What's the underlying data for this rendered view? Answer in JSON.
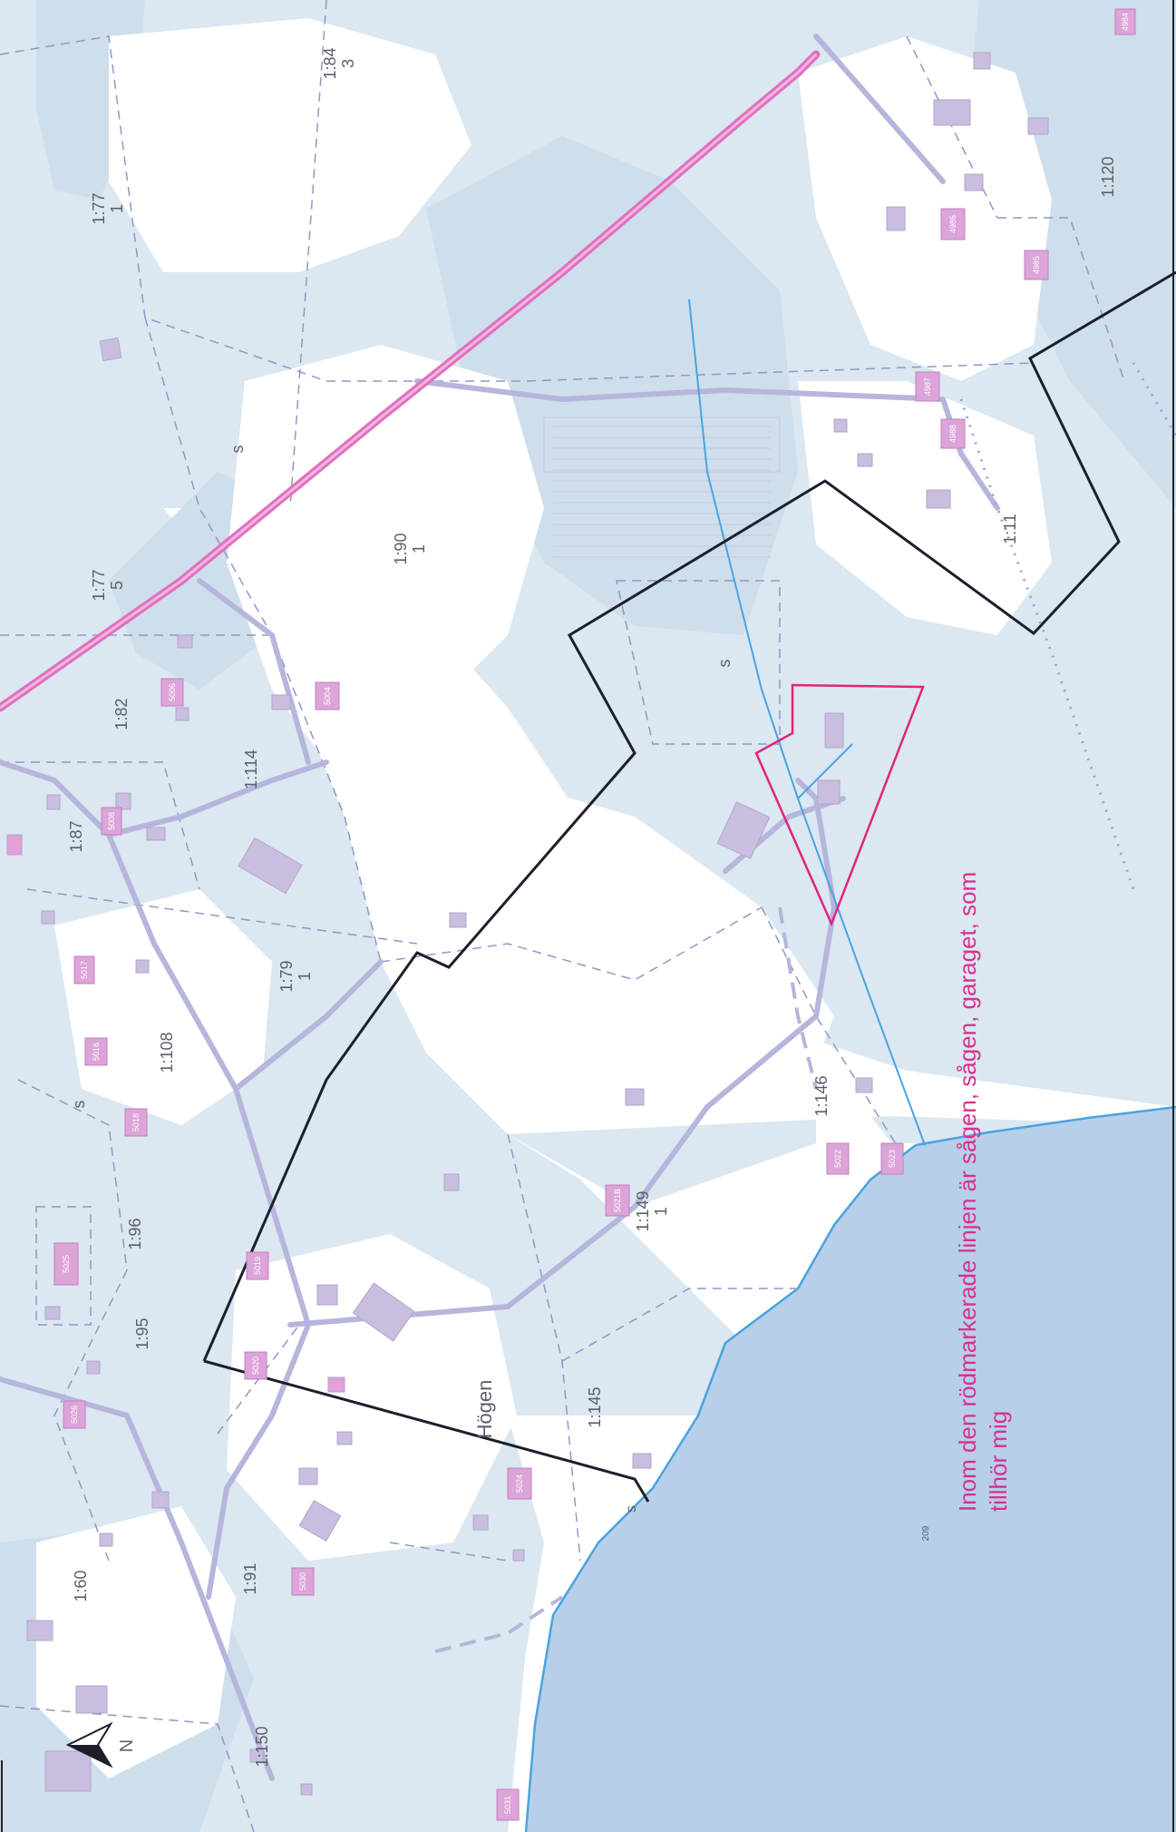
{
  "colors": {
    "paper": "#ffffff",
    "forest": "#dbe7f1",
    "forest_dark": "#cfdeeb",
    "water": "#b7cfe8",
    "road": "#b6b6dc",
    "highway": "#e070c0",
    "parcel_line": "#8f98c6",
    "stream": "#4aa3e0",
    "property_line": "#1c1f2b",
    "owned_area": "#e0247e",
    "building": "#c9bedf",
    "label": "#5a5f6a"
  },
  "parcels": [
    {
      "id": "p-1-84",
      "label": "1:84",
      "sub": "3"
    },
    {
      "id": "p-1-77a",
      "label": "1:77",
      "sub": "1"
    },
    {
      "id": "p-1-77b",
      "label": "1:77",
      "sub": "5"
    },
    {
      "id": "p-1-90",
      "label": "1:90",
      "sub": "1"
    },
    {
      "id": "p-1-82",
      "label": "1:82",
      "sub": ""
    },
    {
      "id": "p-1-114",
      "label": "1:114",
      "sub": ""
    },
    {
      "id": "p-1-87",
      "label": "1:87",
      "sub": ""
    },
    {
      "id": "p-1-79",
      "label": "1:79",
      "sub": "1"
    },
    {
      "id": "p-1-108",
      "label": "1:108",
      "sub": ""
    },
    {
      "id": "p-1-96",
      "label": "1:96",
      "sub": ""
    },
    {
      "id": "p-1-95",
      "label": "1:95",
      "sub": ""
    },
    {
      "id": "p-1-60",
      "label": "1:60",
      "sub": ""
    },
    {
      "id": "p-1-91",
      "label": "1:91",
      "sub": ""
    },
    {
      "id": "p-1-150",
      "label": "1:150",
      "sub": ""
    },
    {
      "id": "p-1-145",
      "label": "1:145",
      "sub": ""
    },
    {
      "id": "p-1-149",
      "label": "1:149",
      "sub": "1"
    },
    {
      "id": "p-1-146",
      "label": "1:146",
      "sub": ""
    },
    {
      "id": "p-1-11",
      "label": "1:11",
      "sub": ""
    },
    {
      "id": "p-1-120",
      "label": "1:120",
      "sub": ""
    }
  ],
  "buildings": [
    "4984",
    "4986",
    "4985",
    "4987",
    "4988",
    "5006",
    "5004",
    "5008",
    "5017",
    "5016",
    "5018",
    "5025",
    "5019",
    "5020",
    "5026",
    "5021B",
    "5022",
    "5023",
    "5024",
    "5030",
    "5031"
  ],
  "place_name": "Högen",
  "s_marks": [
    "s",
    "s",
    "s",
    "s"
  ],
  "water_number": "209",
  "north_label": "N",
  "note": {
    "line1": "Inom den rödmarkerade linjen är sågen, sågen, garaget, som",
    "line2": "tillhör mig"
  }
}
